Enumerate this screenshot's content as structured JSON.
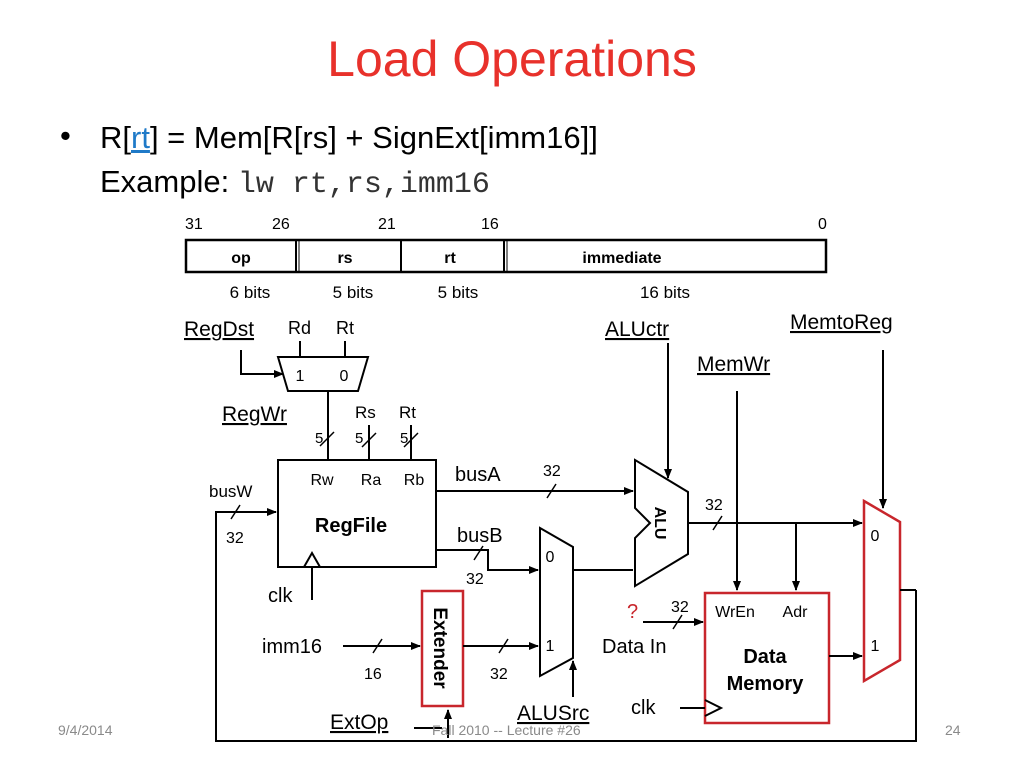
{
  "slide": {
    "title": "Load Operations",
    "bullet_marker": "•",
    "line1": {
      "prefix": "R[",
      "rt_link": "rt",
      "rest": "] = Mem[R[rs] + SignExt[imm16]]"
    },
    "line2": {
      "prefix": "Example: ",
      "code": "lw rt,rs,imm16"
    },
    "footer": {
      "date": "9/4/2014",
      "center": "Fall 2010 -- Lecture #26",
      "page": "24"
    }
  },
  "instruction_format": {
    "bit_positions": [
      "31",
      "26",
      "21",
      "16",
      "0"
    ],
    "fields": [
      "op",
      "rs",
      "rt",
      "immediate"
    ],
    "widths": [
      "6 bits",
      "5 bits",
      "5 bits",
      "16 bits"
    ]
  },
  "datapath": {
    "control": {
      "regdst": "RegDst",
      "regwr": "RegWr",
      "aluctr": "ALUctr",
      "memwr": "MemWr",
      "memtoreg": "MemtoReg",
      "alusrc": "ALUSrc",
      "extop": "ExtOp"
    },
    "regdst_mux": {
      "in_rd": "Rd",
      "in_rt": "Rt",
      "sel1": "1",
      "sel0": "0"
    },
    "reg_inputs": {
      "rs": "Rs",
      "rt": "Rt",
      "w5a": "5",
      "w5b": "5",
      "w5c": "5"
    },
    "regfile": {
      "name": "RegFile",
      "rw": "Rw",
      "ra": "Ra",
      "rb": "Rb",
      "clk": "clk"
    },
    "buses": {
      "busw": "busW",
      "busw_width": "32",
      "busa": "busA",
      "busa_width": "32",
      "busb": "busB",
      "busb_width": "32",
      "alu_out_width": "32",
      "imm16": "imm16",
      "imm16_width": "16",
      "ext_out_width": "32",
      "datain_width": "32"
    },
    "extender": "Extender",
    "alusrc_mux": {
      "sel0": "0",
      "sel1": "1"
    },
    "alu": "ALU",
    "memory": {
      "name_line1": "Data",
      "name_line2": "Memory",
      "wren": "WrEn",
      "adr": "Adr",
      "data_in": "Data In",
      "clk": "clk",
      "question": "?"
    },
    "memtoreg_mux": {
      "sel0": "0",
      "sel1": "1"
    },
    "colors": {
      "title": "#e8312b",
      "highlight": "#c8262c",
      "link": "#1f7ac8"
    }
  }
}
